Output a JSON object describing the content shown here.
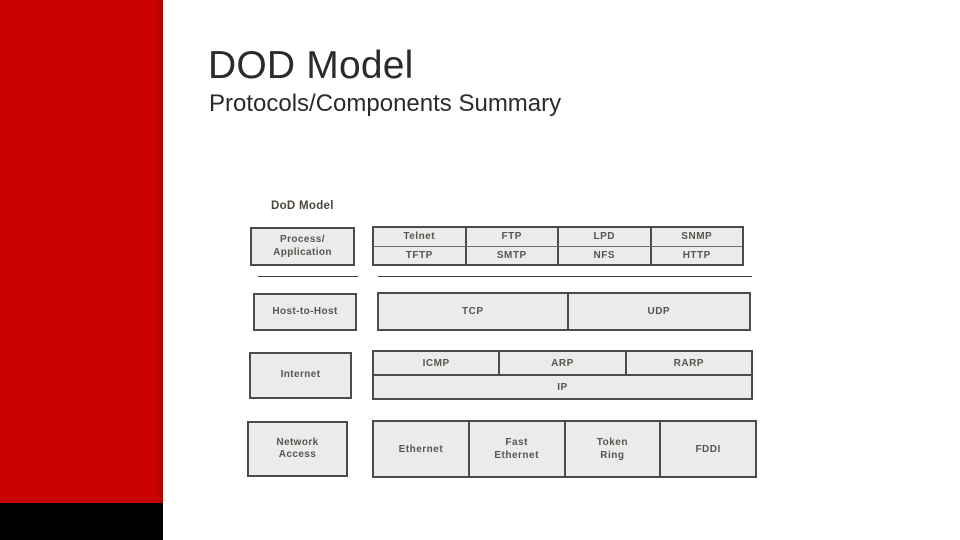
{
  "slide": {
    "title": "DOD Model",
    "subtitle": "Protocols/Components Summary",
    "colors": {
      "accent_red": "#c90201",
      "footer_black": "#000000",
      "box_fill": "#ebebeb",
      "box_border": "#4b4b4b",
      "diagram_text": "#5a544e"
    }
  },
  "diagram": {
    "heading": "DoD Model",
    "layers": {
      "application": {
        "line1": "Process/",
        "line2": "Application"
      },
      "transport": {
        "line1": "Host-to-Host"
      },
      "internet": {
        "line1": "Internet"
      },
      "network": {
        "line1": "Network",
        "line2": "Access"
      }
    },
    "protocols": {
      "application_row1": [
        "Telnet",
        "FTP",
        "LPD",
        "SNMP"
      ],
      "application_row2": [
        "TFTP",
        "SMTP",
        "NFS",
        "HTTP"
      ],
      "transport": [
        "TCP",
        "UDP"
      ],
      "internet_row1": [
        "ICMP",
        "ARP",
        "RARP"
      ],
      "internet_row2": [
        "IP"
      ],
      "network": [
        {
          "line1": "Ethernet"
        },
        {
          "line1": "Fast",
          "line2": "Ethernet"
        },
        {
          "line1": "Token",
          "line2": "Ring"
        },
        {
          "line1": "FDDI"
        }
      ]
    }
  }
}
